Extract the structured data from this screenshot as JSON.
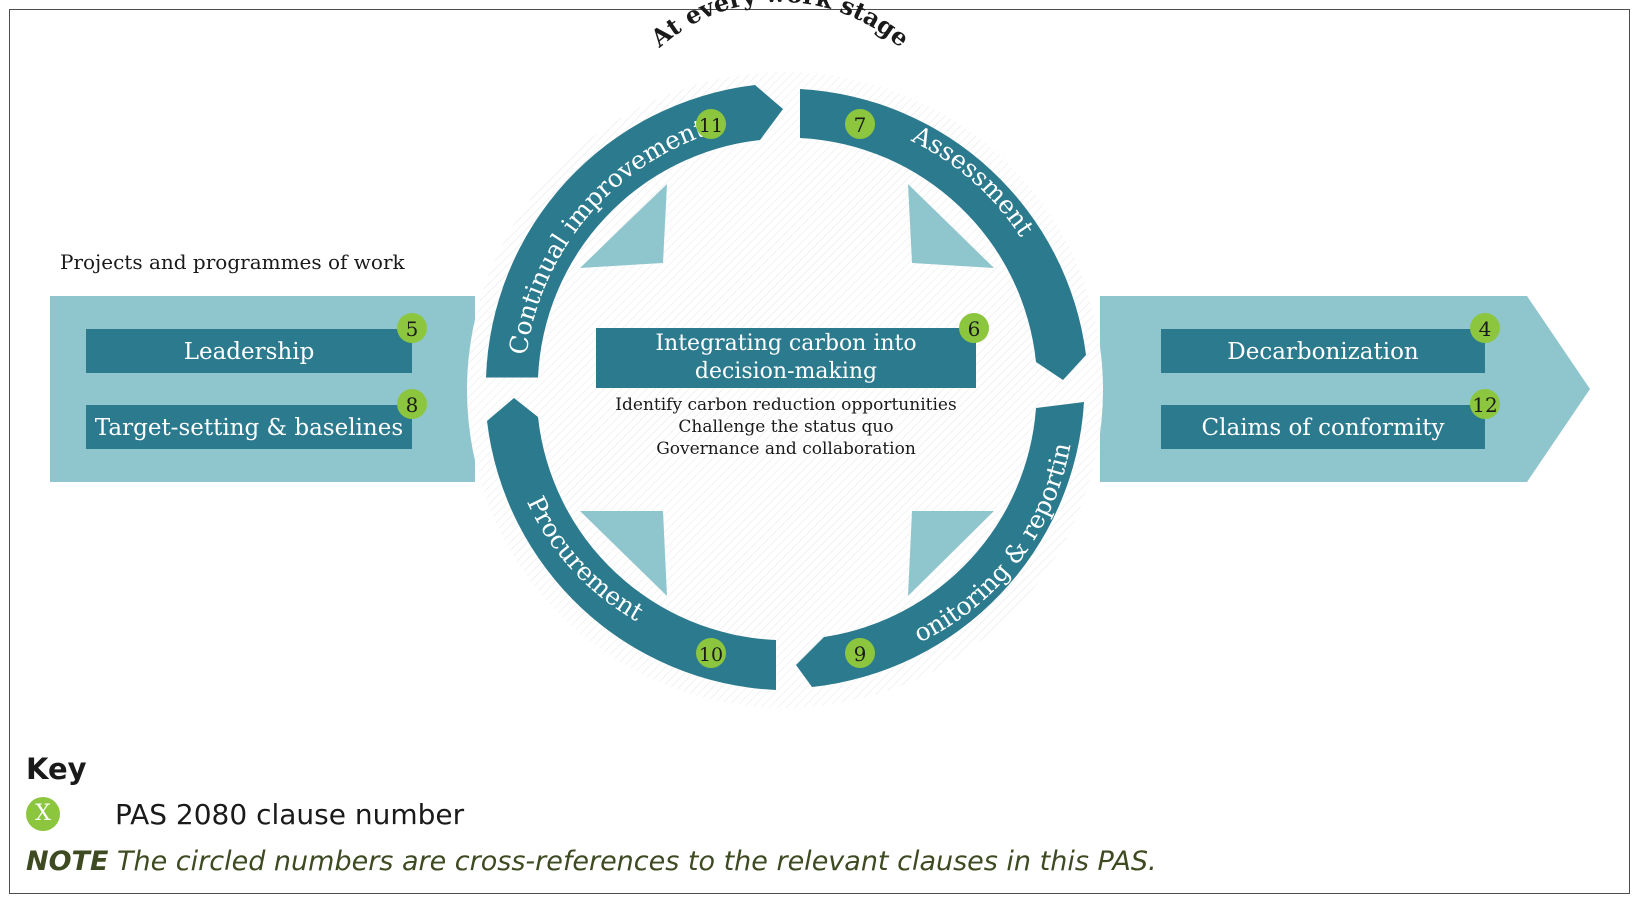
{
  "colors": {
    "teal_dark": "#2b7a8e",
    "teal_light": "#8fc6cd",
    "clause_green": "#8cc63f",
    "note_olive": "#3d4a22"
  },
  "diagram": {
    "top_label": "At every work stage",
    "left_caption": "Projects and programmes of work",
    "left_boxes": [
      {
        "label": "Leadership",
        "clause": "5"
      },
      {
        "label": "Target-setting & baselines",
        "clause": "8"
      }
    ],
    "right_boxes": [
      {
        "label": "Decarbonization",
        "clause": "4"
      },
      {
        "label": "Claims of conformity",
        "clause": "12"
      }
    ],
    "center": {
      "title_line1": "Integrating carbon into",
      "title_line2": "decision-making",
      "clause": "6",
      "items": [
        "Identify carbon reduction opportunities",
        "Challenge the status quo",
        "Governance and collaboration"
      ]
    },
    "arcs": {
      "top_left": {
        "label": "Continual improvement",
        "clause": "11"
      },
      "top_right": {
        "label": "Assessment",
        "clause": "7"
      },
      "bottom_right": {
        "label": "Monitoring & reporting",
        "clause": "9"
      },
      "bottom_left": {
        "label": "Procurement",
        "clause": "10"
      }
    }
  },
  "key": {
    "title": "Key",
    "marker": "X",
    "label": "PAS 2080 clause number"
  },
  "note": {
    "lead": "NOTE",
    "text": " The circled numbers are cross-references to the relevant clauses in this PAS."
  }
}
